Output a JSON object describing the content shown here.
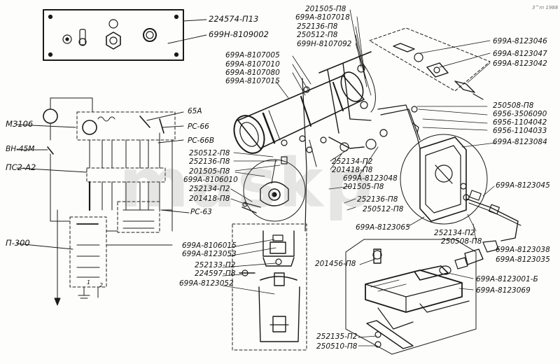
{
  "watermark": "maskp",
  "corner_mark": "3^m 1988",
  "labels": {
    "l224574": "224574-П13",
    "l699n8109002": "699Н-8109002",
    "m3106": "МЗ106",
    "vn45m": "ВН-45М",
    "ps2a2": "ПС2-А2",
    "p300": "П-300",
    "b65a": "65А",
    "rs66": "РС-66",
    "rs66v": "РС-66В",
    "rs63": "РС-63",
    "n1": "1",
    "n2": "2",
    "t201505": "201505-П8",
    "t8107018": "699А-8107018",
    "t252136": "252136-П8",
    "t250512": "250512-П8",
    "t699n8107092": "699Н-8107092",
    "t8107005": "699А-8107005",
    "t8107010": "699А-8107010",
    "t8107080": "699А-8107080",
    "t8107015": "699А-8107015",
    "r8123046": "699А-8123046",
    "r8123047": "699А-8123047",
    "r8123042": "699А-8123042",
    "r250508": "250508-П8",
    "r6956_3506090": "6956-3506090",
    "r6956_1104042": "6956-1104042",
    "r6956_1104033": "6956-1104033",
    "r8123084": "699А-8123084",
    "r8123045": "699А-8123045",
    "m250512": "250512-П8",
    "m252136": "252136-П8",
    "m201505": "201505-П8",
    "m8106010": "699А-8106010",
    "m252134": "252134-П2",
    "m201418": "201418-П8",
    "c252134": "252134-П2",
    "c201418": "201418-П8",
    "c8123048": "699А-8123048",
    "c201505": "201505-П8",
    "c252136": "252136-П8",
    "c250512": "250512-П8",
    "c8123065": "699А-8123065",
    "c2_252134": "252134-П2",
    "c2_250508": "250508-П8",
    "d8106015": "699А-8106015",
    "d8123053": "699А-8123053",
    "d252133": "252133-П2",
    "d224597": "224597-П8",
    "d8123052": "699А-8123052",
    "e8123038": "699А-8123038",
    "e8123035": "699А-8123035",
    "e201456": "201456-П8",
    "e8123001": "699А-8123001-Б",
    "e8123069": "699А-8123069",
    "e252135": "252135-П2",
    "e250510": "250510-П8"
  },
  "colors": {
    "ink": "#1a1a1a",
    "paper": "#fdfdfb",
    "watermark": "#8a8a8a"
  }
}
